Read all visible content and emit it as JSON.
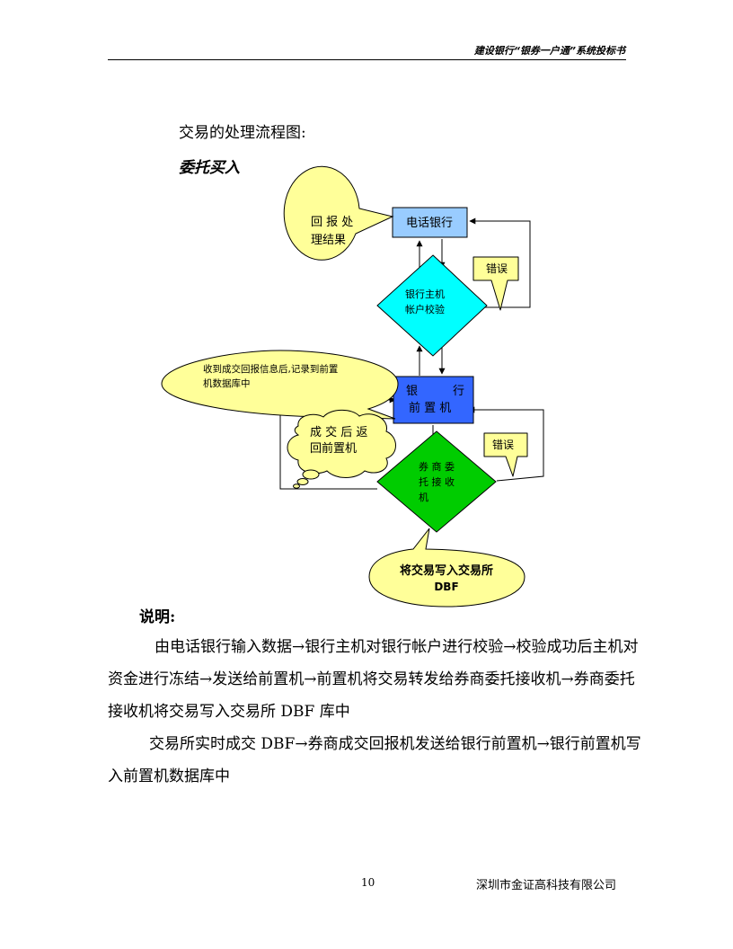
{
  "header": {
    "title": "建设银行“银券一户通”系统投标书"
  },
  "body": {
    "flow_caption": "交易的处理流程图:",
    "section_title": "委托买入"
  },
  "diagram": {
    "phone_bank": "电话银行",
    "bank_host_line1": "银行主机",
    "bank_host_line2": "帐户校验",
    "bank_front_line1": "银　　　行",
    "bank_front_line2": "前 置 机",
    "broker_line1": "券 商 委",
    "broker_line2": "托 接 收",
    "broker_line3": "机",
    "callout_result_line1": "回 报 处",
    "callout_result_line2": "理结果",
    "callout_error1": "错误",
    "callout_error2": "错误",
    "callout_record_line1": "收到成交回报信息后,记录到前置",
    "callout_record_line2": "机数据库中",
    "cloud_line1": "成 交 后 返",
    "cloud_line2": "回前置机",
    "callout_write_line1": "将交易写入交易所",
    "callout_write_line2": "DBF"
  },
  "notes": {
    "title": "说明:",
    "paragraph1": "由电话银行输入数据→银行主机对银行帐户进行校验→校验成功后主机对资金进行冻结→发送给前置机→前置机将交易转发给券商委托接收机→券商委托接收机将交易写入交易所 DBF 库中",
    "paragraph2": "交易所实时成交 DBF→券商成交回报机发送给银行前置机→银行前置机写入前置机数据库中"
  },
  "footer": {
    "page_number": "10",
    "company": "深圳市金证高科技有限公司"
  }
}
